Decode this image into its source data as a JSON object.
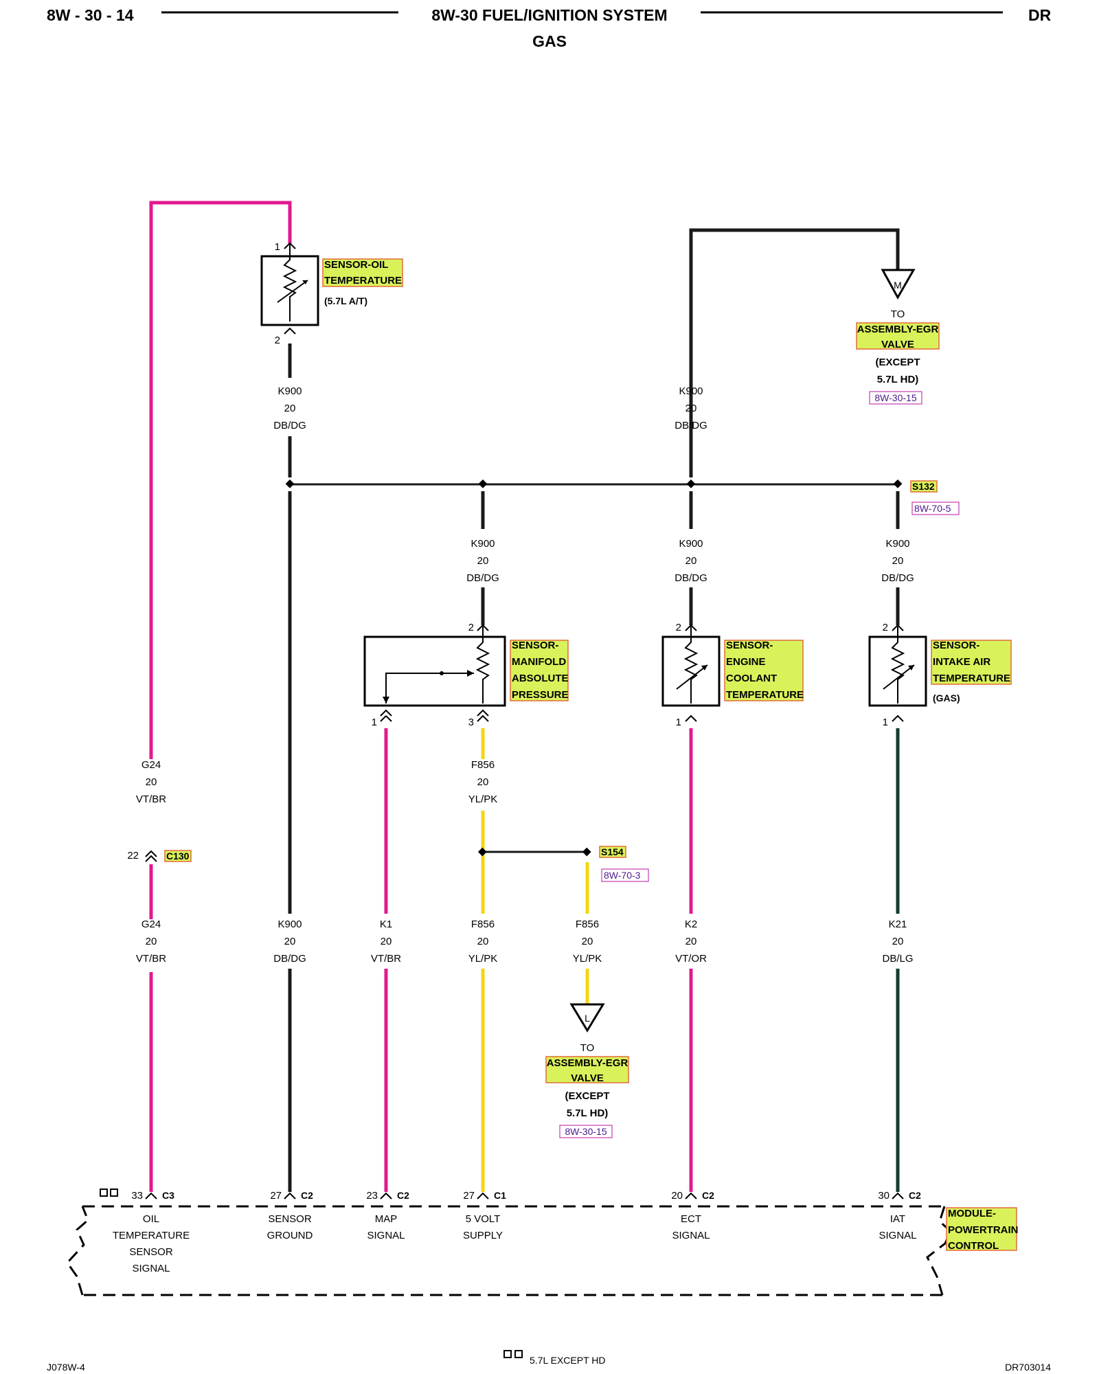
{
  "header": {
    "page_code": "8W - 30 - 14",
    "title": "8W-30 FUEL/IGNITION SYSTEM",
    "subtitle": "GAS",
    "model": "DR"
  },
  "footer": {
    "left": "J078W-4",
    "legend_text": "5.7L EXCEPT HD",
    "right": "DR703014"
  },
  "components": {
    "oil_temp": {
      "line1": "SENSOR-OIL",
      "line2": "TEMPERATURE",
      "note": "(5.7L A/T)",
      "pin_top": "1",
      "pin_bottom": "2"
    },
    "map": {
      "line1": "SENSOR-",
      "line2": "MANIFOLD",
      "line3": "ABSOLUTE",
      "line4": "PRESSURE",
      "pin_top": "2",
      "pin_left": "1",
      "pin_right": "3"
    },
    "ect": {
      "line1": "SENSOR-",
      "line2": "ENGINE",
      "line3": "COOLANT",
      "line4": "TEMPERATURE",
      "pin_top": "2",
      "pin_bottom": "1"
    },
    "iat": {
      "line1": "SENSOR-",
      "line2": "INTAKE AIR",
      "line3": "TEMPERATURE",
      "note": "(GAS)",
      "pin_top": "2",
      "pin_bottom": "1"
    },
    "egr_top": {
      "symbol": "M",
      "to": "TO",
      "line1": "ASSEMBLY-EGR",
      "line2": "VALVE",
      "note1": "(EXCEPT",
      "note2": "5.7L HD)",
      "ref": "8W-30-15"
    },
    "egr_bottom": {
      "symbol": "L",
      "to": "TO",
      "line1": "ASSEMBLY-EGR",
      "line2": "VALVE",
      "note1": "(EXCEPT",
      "note2": "5.7L HD)",
      "ref": "8W-30-15"
    },
    "splice_s132": {
      "name": "S132",
      "ref": "8W-70-5"
    },
    "splice_s154": {
      "name": "S154",
      "ref": "8W-70-3"
    },
    "connector_c130": {
      "name": "C130",
      "pin": "22"
    },
    "pcm": {
      "line1": "MODULE-",
      "line2": "POWERTRAIN",
      "line3": "CONTROL"
    }
  },
  "wire_labels": {
    "k900_oil": {
      "circuit": "K900",
      "gauge": "20",
      "color": "DB/DG"
    },
    "k900_egr": {
      "circuit": "K900",
      "gauge": "20",
      "color": "DB/DG"
    },
    "k900_map": {
      "circuit": "K900",
      "gauge": "20",
      "color": "DB/DG"
    },
    "k900_ect": {
      "circuit": "K900",
      "gauge": "20",
      "color": "DB/DG"
    },
    "k900_iat": {
      "circuit": "K900",
      "gauge": "20",
      "color": "DB/DG"
    },
    "g24_upper": {
      "circuit": "G24",
      "gauge": "20",
      "color": "VT/BR"
    },
    "f856_upper": {
      "circuit": "F856",
      "gauge": "20",
      "color": "YL/PK"
    },
    "g24_lower": {
      "circuit": "G24",
      "gauge": "20",
      "color": "VT/BR"
    },
    "k900_lower": {
      "circuit": "K900",
      "gauge": "20",
      "color": "DB/DG"
    },
    "k1_lower": {
      "circuit": "K1",
      "gauge": "20",
      "color": "VT/BR"
    },
    "f856_lower": {
      "circuit": "F856",
      "gauge": "20",
      "color": "YL/PK"
    },
    "f856_egr": {
      "circuit": "F856",
      "gauge": "20",
      "color": "YL/PK"
    },
    "k2_lower": {
      "circuit": "K2",
      "gauge": "20",
      "color": "VT/OR"
    },
    "k21_lower": {
      "circuit": "K21",
      "gauge": "20",
      "color": "DB/LG"
    }
  },
  "pcm_pins": [
    {
      "pin": "33",
      "connector": "C3",
      "label1": "OIL",
      "label2": "TEMPERATURE",
      "label3": "SENSOR",
      "label4": "SIGNAL"
    },
    {
      "pin": "27",
      "connector": "C2",
      "label1": "SENSOR",
      "label2": "GROUND"
    },
    {
      "pin": "23",
      "connector": "C2",
      "label1": "MAP",
      "label2": "SIGNAL"
    },
    {
      "pin": "27",
      "connector": "C1",
      "label1": "5 VOLT",
      "label2": "SUPPLY"
    },
    {
      "pin": "20",
      "connector": "C2",
      "label1": "ECT",
      "label2": "SIGNAL"
    },
    {
      "pin": "30",
      "connector": "C2",
      "label1": "IAT",
      "label2": "SIGNAL"
    }
  ],
  "colors": {
    "black_wire": "#1a1a1a",
    "pink_wire": "#e2188e",
    "yellow_wire": "#f4d60f",
    "dark_green_wire": "#133d2e",
    "label_highlight": "#d9f25a"
  }
}
